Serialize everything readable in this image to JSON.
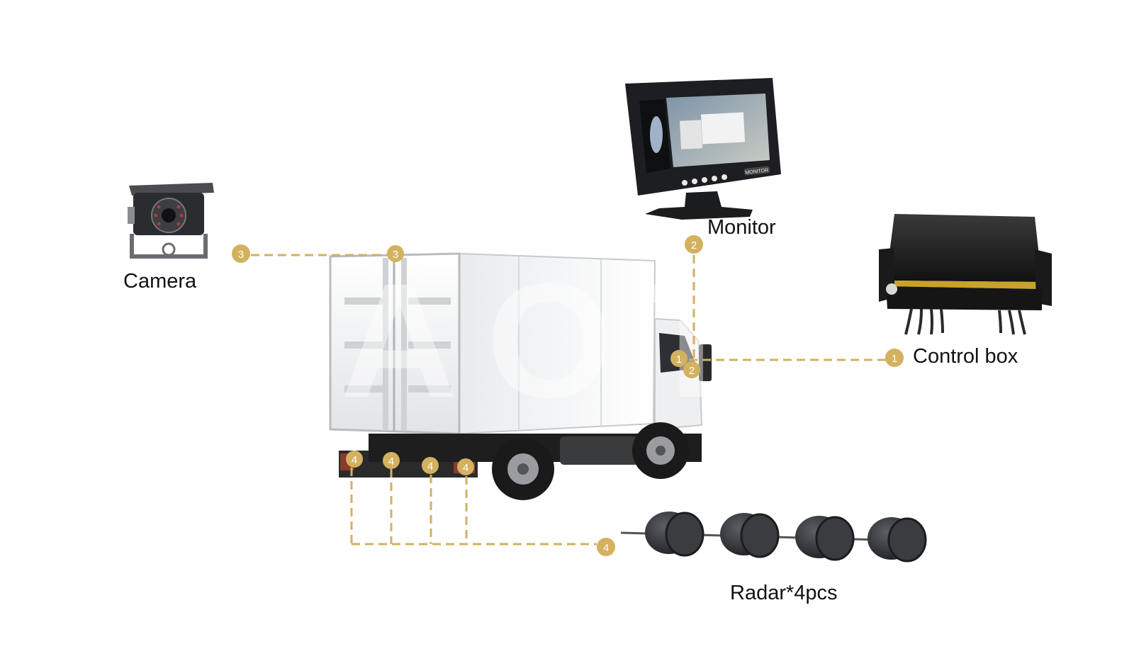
{
  "labels": {
    "camera": "Camera",
    "monitor": "Monitor",
    "control_box": "Control box",
    "radar": "Radar*4pcs"
  },
  "markers": {
    "one": "1",
    "two": "2",
    "three": "3",
    "four": "4"
  },
  "monitor_button_text": "MONITOR",
  "watermark": "AOTO",
  "colors": {
    "marker": "#d3b15f",
    "dashed_line": "#d3b15f",
    "truck_body": "#f2f3f4",
    "chassis": "#1e1e1e",
    "device": "#2a2a2a"
  },
  "icons": [
    "camera-icon",
    "monitor-icon",
    "control-box-icon",
    "radar-sensor-icon",
    "truck-icon"
  ]
}
